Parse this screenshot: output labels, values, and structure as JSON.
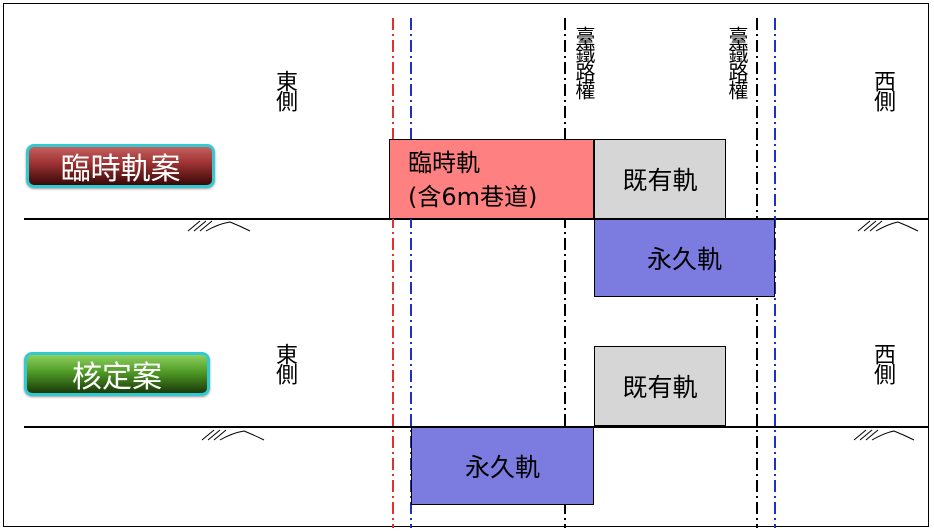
{
  "labels": {
    "east": "東側",
    "west": "西側",
    "railway_row": "臺鐵路權"
  },
  "scenario_temporary": {
    "title": "臨時軌案",
    "temp_track_line1": "臨時軌",
    "temp_track_line2": "(含6m巷道)",
    "existing_track": "既有軌",
    "permanent_track": "永久軌"
  },
  "scenario_approved": {
    "title": "核定案",
    "existing_track": "既有軌",
    "permanent_track": "永久軌"
  },
  "colors": {
    "temp_track_fill": "#ff8080",
    "existing_track_fill": "#d6d6d6",
    "permanent_track_fill": "#7b7be0",
    "boundary_red": "#e03030",
    "boundary_blue": "#2030c0",
    "row_line_black": "#000000",
    "button_border": "#33c9d1"
  }
}
